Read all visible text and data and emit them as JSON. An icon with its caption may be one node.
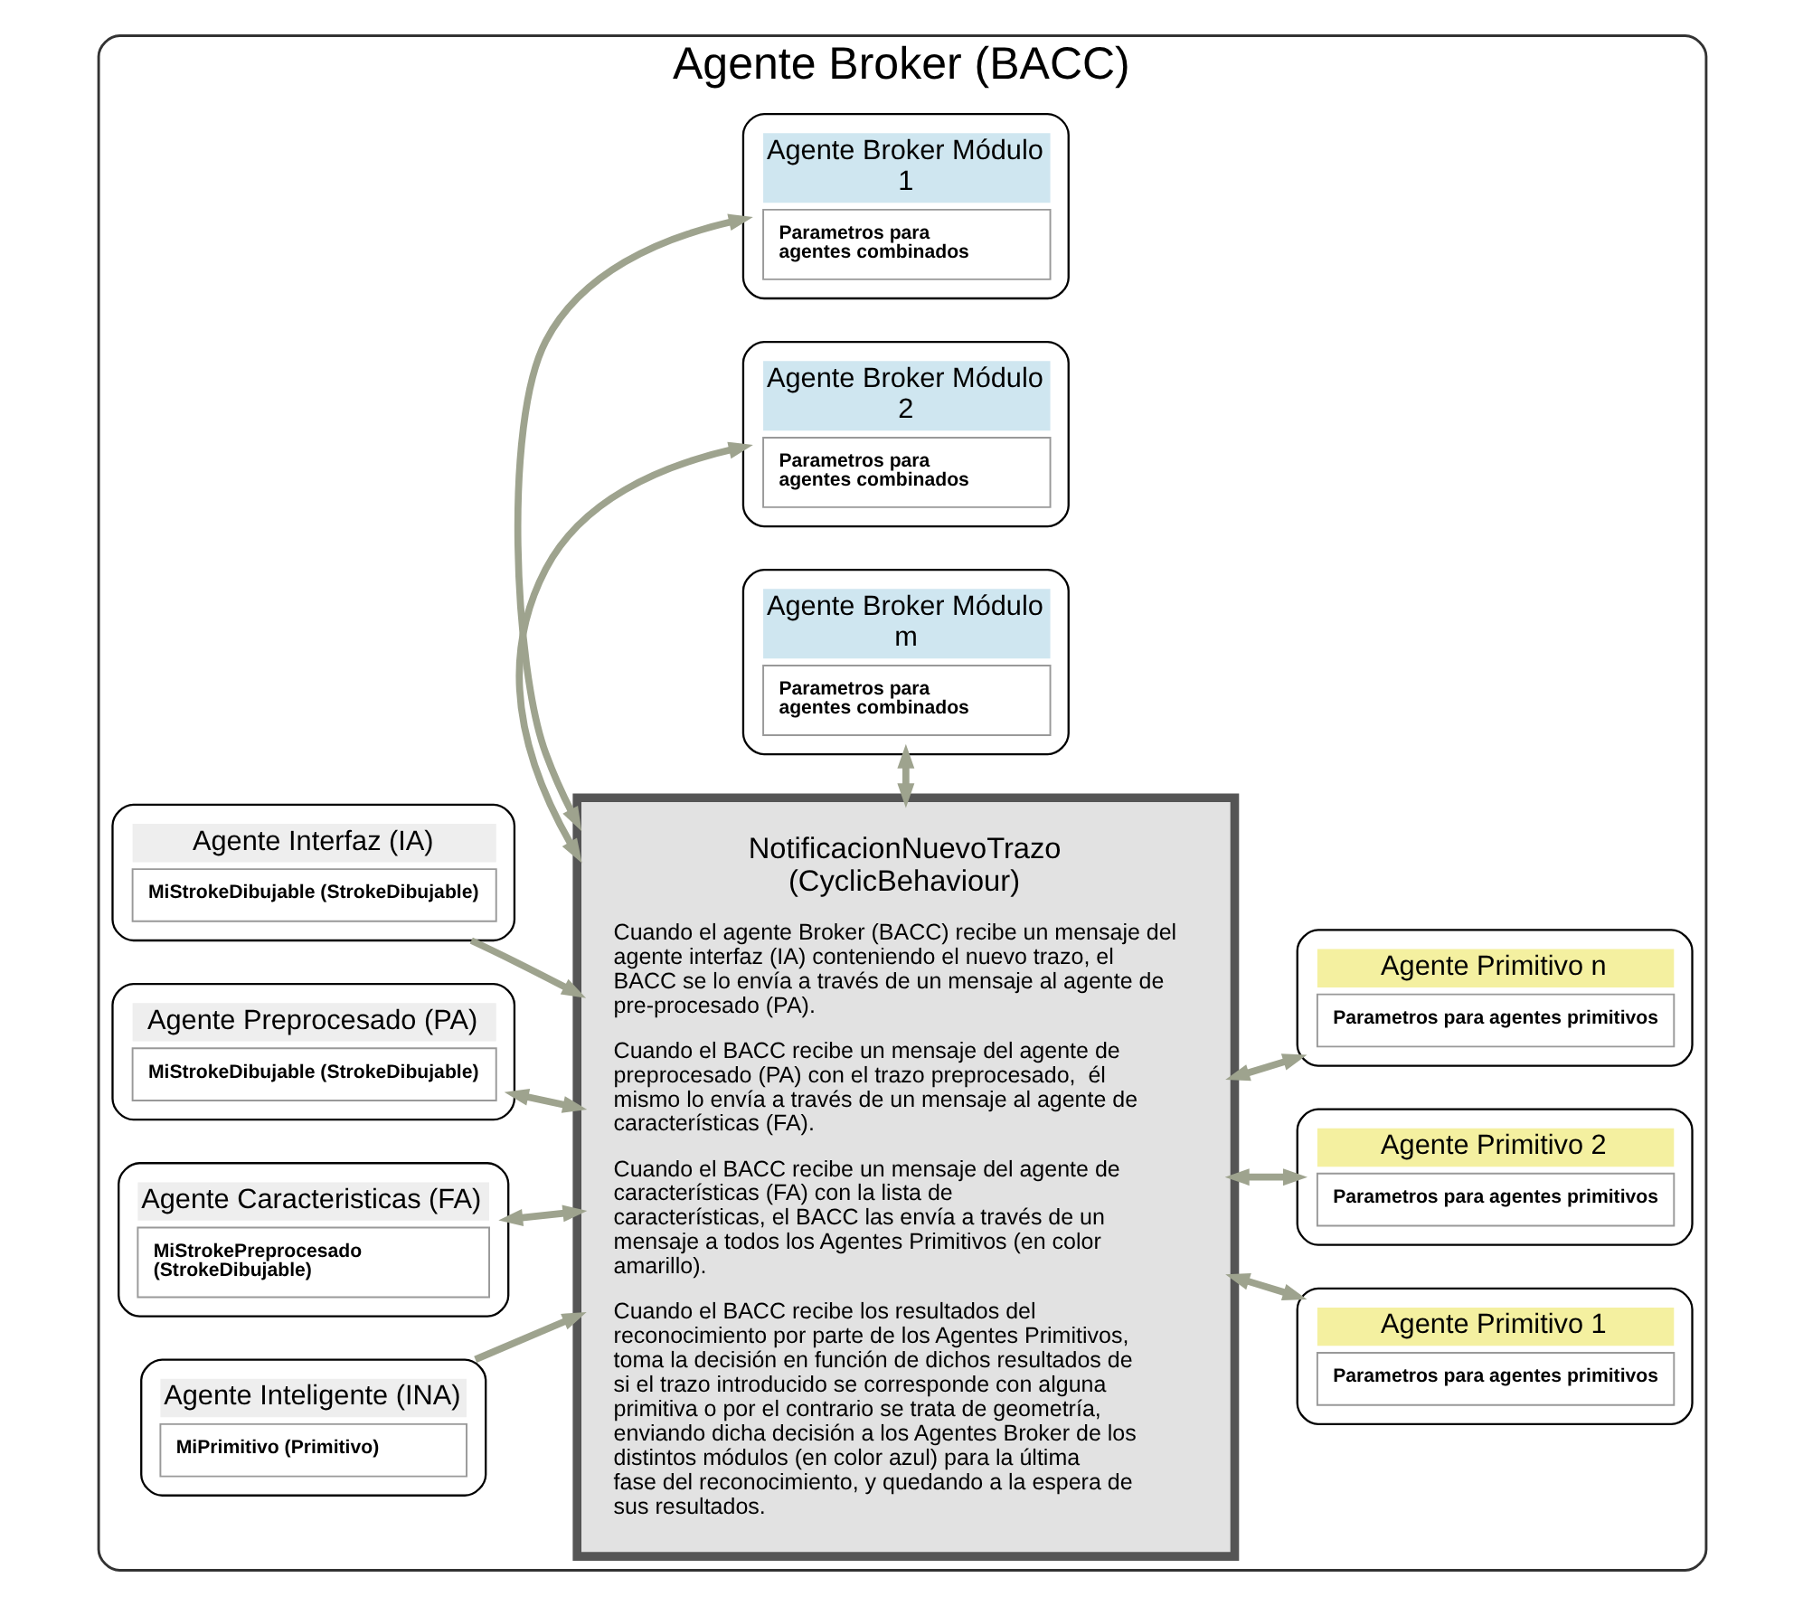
{
  "diagram": {
    "nodes": [
      {
        "text": [
          "Agente Broker (BACC)"
        ]
      },
      {
        "text": [
          "NotificacionNuevoTrazo (CyclicBehaviour)",
          "Cuando el agente Broker (BACC) recibe un mensaje del agente interfaz (IA) conteniendo el nuevo trazo, el BACC se lo envía a través de un mensaje al agente de pre-procesado (PA).",
          "Cuando el BACC recibe un mensaje del agente de preprocesado (PA) con el trazo preprocesado,  él mismo lo envía a través de un mensaje al agente de características (FA).",
          "Cuando el BACC recibe un mensaje del agente de características (FA) con la lista de características, el BACC las envía a través de un mensaje a todos los Agentes Primitivos (en color amarillo).",
          "Cuando el BACC recibe los resultados del reconocimiento por parte de los Agentes Primitivos, toma la decisión en función de dichos resultados de si el trazo introducido se corresponde con alguna primitiva o por el contrario se trata de geometría, enviando dicha decisión a los Agentes Broker de los distintos módulos (en color azul) para la última fase del reconocimiento, y quedando a la espera de sus resultados."
        ],
        "in": 0
      },
      {
        "text": [
          "Agente Interfaz (IA)",
          "MiStrokeDibujable (StrokeDibujable)"
        ],
        "in": 0
      },
      {
        "text": [
          "Agente Preprocesado (PA)",
          "MiStrokeDibujable (StrokeDibujable)"
        ],
        "in": 0
      },
      {
        "text": [
          "Agente Caracteristicas (FA)",
          "MiStrokePreprocesado (StrokeDibujable)"
        ],
        "in": 0
      },
      {
        "text": [
          "Agente Inteligente (INA)",
          "MiPrimitivo (Primitivo)"
        ],
        "in": 0
      },
      {
        "text": [
          "Agente Primitivo 1",
          "Parametros para agentes primitivos"
        ],
        "in": 0
      },
      {
        "text": [
          "Agente Primitivo 2",
          "Parametros para agentes primitivos"
        ],
        "in": 0
      },
      {
        "text": [
          "Agente Primitivo n",
          "Parametros para agentes primitivos"
        ],
        "in": 0
      },
      {
        "text": [
          "Agente Broker Módulo 1",
          "Parametros para agentes combinados"
        ],
        "in": 0
      },
      {
        "text": [
          "Agente Broker Módulo 2",
          "Parametros para agentes combinados"
        ],
        "in": 0
      },
      {
        "text": [
          "Agente Broker Módulo m",
          "Parametros para agentes combinados"
        ],
        "in": 0
      }
    ],
    "edges": [
      {
        "from": 2,
        "to": 1,
        "arrow": "to"
      },
      {
        "from": 3,
        "to": 1,
        "arrow": "both"
      },
      {
        "from": 4,
        "to": 1,
        "arrow": "both"
      },
      {
        "from": 5,
        "to": 1,
        "arrow": "to"
      },
      {
        "from": 1,
        "to": 6,
        "arrow": "both"
      },
      {
        "from": 1,
        "to": 7,
        "arrow": "both"
      },
      {
        "from": 1,
        "to": 8,
        "arrow": "both"
      },
      {
        "from": 1,
        "to": 9,
        "arrow": "both"
      },
      {
        "from": 1,
        "to": 10,
        "arrow": "both"
      },
      {
        "from": 1,
        "to": 11,
        "arrow": "both"
      }
    ]
  }
}
